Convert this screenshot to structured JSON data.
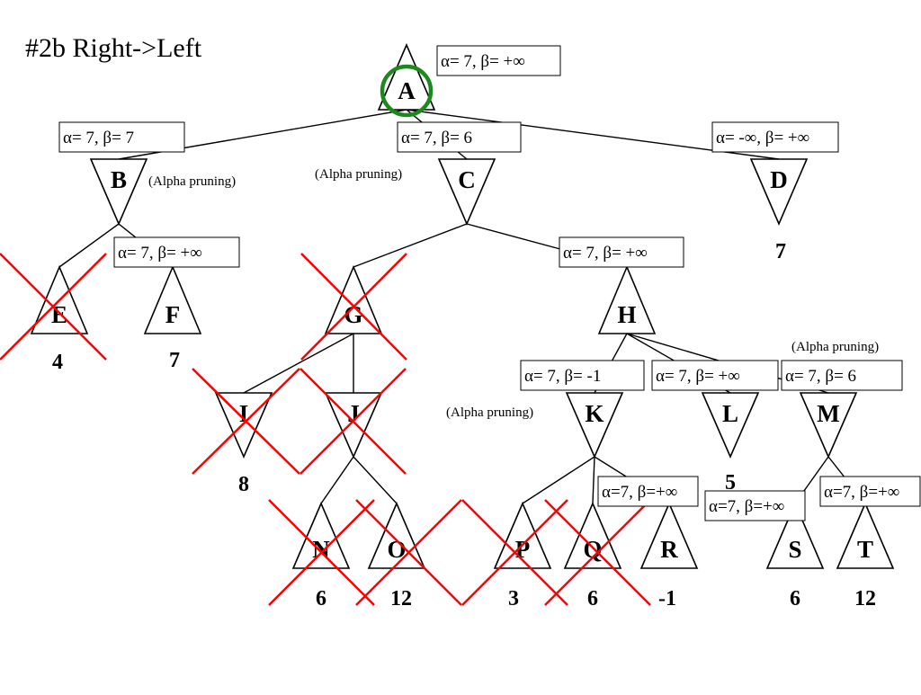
{
  "title": "#2b Right->Left",
  "nodes": [
    {
      "id": "A",
      "label": "A",
      "kind": "max",
      "value": ""
    },
    {
      "id": "B",
      "label": "B",
      "kind": "min",
      "value": ""
    },
    {
      "id": "C",
      "label": "C",
      "kind": "min",
      "value": ""
    },
    {
      "id": "D",
      "label": "D",
      "kind": "min",
      "value": "7"
    },
    {
      "id": "E",
      "label": "E",
      "kind": "max",
      "value": "4",
      "crossed": true
    },
    {
      "id": "F",
      "label": "F",
      "kind": "max",
      "value": "7"
    },
    {
      "id": "G",
      "label": "G",
      "kind": "max",
      "value": "",
      "crossed": true
    },
    {
      "id": "H",
      "label": "H",
      "kind": "max",
      "value": ""
    },
    {
      "id": "I",
      "label": "I",
      "kind": "min",
      "value": "8",
      "crossed": true
    },
    {
      "id": "J",
      "label": "J",
      "kind": "min",
      "value": "",
      "crossed": true
    },
    {
      "id": "K",
      "label": "K",
      "kind": "min",
      "value": ""
    },
    {
      "id": "L",
      "label": "L",
      "kind": "min",
      "value": "5"
    },
    {
      "id": "M",
      "label": "M",
      "kind": "min",
      "value": ""
    },
    {
      "id": "N",
      "label": "N",
      "kind": "max",
      "value": "6",
      "crossed": true
    },
    {
      "id": "O",
      "label": "O",
      "kind": "max",
      "value": "12",
      "crossed": true
    },
    {
      "id": "P",
      "label": "P",
      "kind": "max",
      "value": "3",
      "crossed": true
    },
    {
      "id": "Q",
      "label": "Q",
      "kind": "max",
      "value": "6",
      "crossed": true
    },
    {
      "id": "R",
      "label": "R",
      "kind": "max",
      "value": "-1"
    },
    {
      "id": "S",
      "label": "S",
      "kind": "max",
      "value": "6"
    },
    {
      "id": "T",
      "label": "T",
      "kind": "max",
      "value": "12"
    }
  ],
  "edges": [
    [
      "A",
      "B"
    ],
    [
      "A",
      "C"
    ],
    [
      "A",
      "D"
    ],
    [
      "B",
      "E"
    ],
    [
      "B",
      "F"
    ],
    [
      "C",
      "G"
    ],
    [
      "C",
      "H"
    ],
    [
      "G",
      "I"
    ],
    [
      "G",
      "J"
    ],
    [
      "J",
      "N"
    ],
    [
      "J",
      "O"
    ],
    [
      "H",
      "K"
    ],
    [
      "H",
      "L"
    ],
    [
      "H",
      "M"
    ],
    [
      "K",
      "P"
    ],
    [
      "K",
      "Q"
    ],
    [
      "K",
      "R"
    ],
    [
      "M",
      "S"
    ],
    [
      "M",
      "T"
    ]
  ],
  "alpha_beta_labels": [
    {
      "id": "ab-A",
      "text": "α= 7, β= +∞"
    },
    {
      "id": "ab-B",
      "text": "α= 7, β= 7"
    },
    {
      "id": "ab-C",
      "text": "α= 7, β= 6"
    },
    {
      "id": "ab-D",
      "text": "α= -∞, β= +∞"
    },
    {
      "id": "ab-F",
      "text": "α= 7, β= +∞"
    },
    {
      "id": "ab-H",
      "text": "α= 7, β= +∞"
    },
    {
      "id": "ab-K",
      "text": "α= 7, β= -1"
    },
    {
      "id": "ab-L",
      "text": "α= 7, β= +∞"
    },
    {
      "id": "ab-M",
      "text": "α= 7, β= 6"
    },
    {
      "id": "ab-R",
      "text": "α=7, β=+∞"
    },
    {
      "id": "ab-S",
      "text": "α=7, β=+∞"
    },
    {
      "id": "ab-T",
      "text": "α=7, β=+∞"
    }
  ],
  "notes": [
    {
      "id": "note-B",
      "text": "(Alpha pruning)"
    },
    {
      "id": "note-C",
      "text": "(Alpha pruning)"
    },
    {
      "id": "note-M",
      "text": "(Alpha pruning)"
    },
    {
      "id": "note-K",
      "text": "(Alpha pruning)"
    }
  ],
  "highlight": {
    "node": "A",
    "color": "#1a8a1a"
  },
  "cross_color": "#ff0000"
}
